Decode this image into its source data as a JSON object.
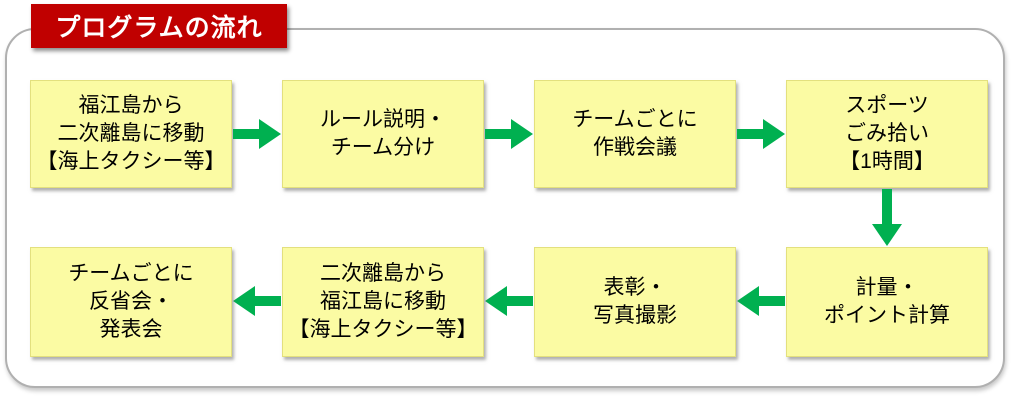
{
  "title": "プログラムの流れ",
  "colors": {
    "title_bg": "#c00000",
    "box_fill": "#fbfba3",
    "box_border": "#e3e07e",
    "arrow": "#00b050",
    "frame_border": "#b0b0b0"
  },
  "flow": {
    "boxes": [
      {
        "id": "step-1",
        "lines": [
          "福江島から",
          "二次離島に移動",
          "【海上タクシー等】"
        ]
      },
      {
        "id": "step-2",
        "lines": [
          "ルール説明・",
          "チーム分け"
        ]
      },
      {
        "id": "step-3",
        "lines": [
          "チームごとに",
          "作戦会議"
        ]
      },
      {
        "id": "step-4",
        "lines": [
          "スポーツ",
          "ごみ拾い",
          "【1時間】"
        ]
      },
      {
        "id": "step-5",
        "lines": [
          "計量・",
          "ポイント計算"
        ]
      },
      {
        "id": "step-6",
        "lines": [
          "表彰・",
          "写真撮影"
        ]
      },
      {
        "id": "step-7",
        "lines": [
          "二次離島から",
          "福江島に移動",
          "【海上タクシー等】"
        ]
      },
      {
        "id": "step-8",
        "lines": [
          "チームごとに",
          "反省会・",
          "発表会"
        ]
      }
    ],
    "edges": [
      {
        "from": "step-1",
        "to": "step-2",
        "direction": "right"
      },
      {
        "from": "step-2",
        "to": "step-3",
        "direction": "right"
      },
      {
        "from": "step-3",
        "to": "step-4",
        "direction": "right"
      },
      {
        "from": "step-4",
        "to": "step-5",
        "direction": "down"
      },
      {
        "from": "step-5",
        "to": "step-6",
        "direction": "left"
      },
      {
        "from": "step-6",
        "to": "step-7",
        "direction": "left"
      },
      {
        "from": "step-7",
        "to": "step-8",
        "direction": "left"
      }
    ]
  }
}
